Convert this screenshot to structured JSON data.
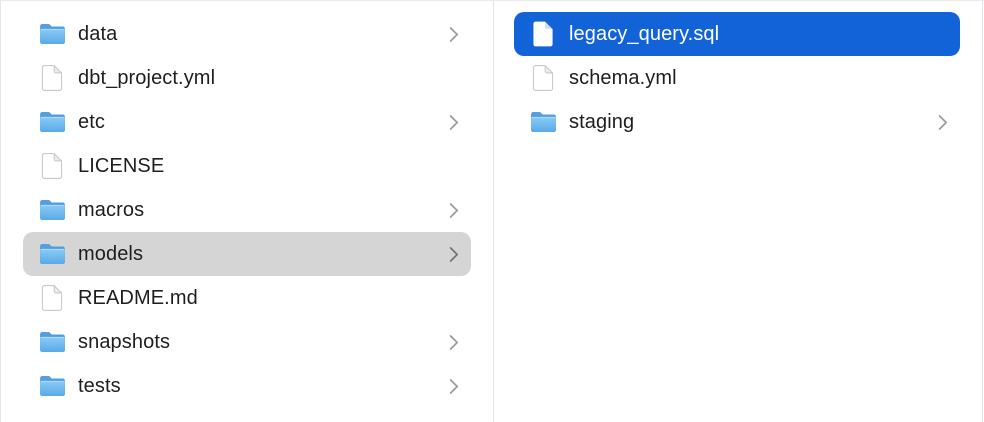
{
  "panes": {
    "left": {
      "name": "column-1",
      "items": [
        {
          "label": "data",
          "type": "folder",
          "icon": "folder-icon",
          "chevron": true,
          "selected": "none"
        },
        {
          "label": "dbt_project.yml",
          "type": "file",
          "icon": "document-icon",
          "chevron": false,
          "selected": "none"
        },
        {
          "label": "etc",
          "type": "folder",
          "icon": "folder-icon",
          "chevron": true,
          "selected": "none"
        },
        {
          "label": "LICENSE",
          "type": "file",
          "icon": "document-icon",
          "chevron": false,
          "selected": "none"
        },
        {
          "label": "macros",
          "type": "folder",
          "icon": "folder-icon",
          "chevron": true,
          "selected": "none"
        },
        {
          "label": "models",
          "type": "folder",
          "icon": "folder-icon",
          "chevron": true,
          "selected": "inactive-gray"
        },
        {
          "label": "README.md",
          "type": "file",
          "icon": "document-icon",
          "chevron": false,
          "selected": "none"
        },
        {
          "label": "snapshots",
          "type": "folder",
          "icon": "folder-icon",
          "chevron": true,
          "selected": "none"
        },
        {
          "label": "tests",
          "type": "folder",
          "icon": "folder-icon",
          "chevron": true,
          "selected": "none"
        }
      ]
    },
    "right": {
      "name": "column-2",
      "items": [
        {
          "label": "legacy_query.sql",
          "type": "file",
          "icon": "document-icon",
          "chevron": false,
          "selected": "active-blue"
        },
        {
          "label": "schema.yml",
          "type": "file",
          "icon": "document-icon",
          "chevron": false,
          "selected": "none"
        },
        {
          "label": "staging",
          "type": "folder",
          "icon": "folder-icon",
          "chevron": true,
          "selected": "none"
        }
      ]
    }
  },
  "colors": {
    "background": "#ffffff",
    "selection_active": "#1363d8",
    "selection_inactive": "#d5d5d5",
    "selected_text": "#ffffff",
    "text": "#1e1e20",
    "chevron": "#9a9aa0",
    "divider": "#e3e3e6",
    "folder_blue_top": "#8accf5",
    "folder_blue_bottom": "#58a9e9",
    "folder_blue_back": "#4794de"
  }
}
